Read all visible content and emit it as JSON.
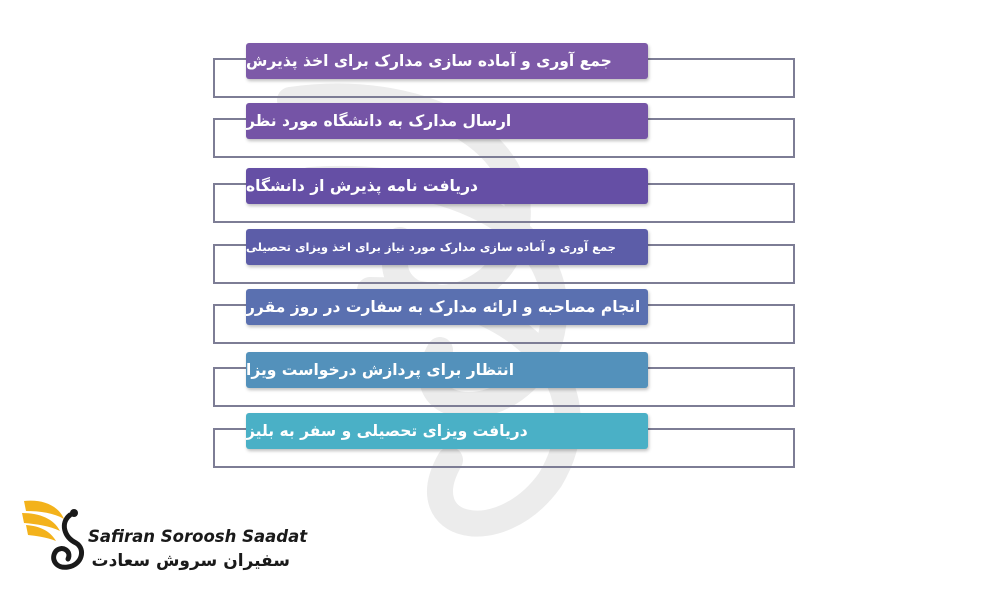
{
  "steps": [
    {
      "label": "جمع آوری و آماده سازی مدارک برای اخذ پذیرش",
      "color": "#7d5aa8"
    },
    {
      "label": "ارسال مدارک به دانشگاه مورد نظر",
      "color": "#7554a6"
    },
    {
      "label": "دریافت نامه پذیرش از دانشگاه",
      "color": "#654fa5"
    },
    {
      "label": "جمع آوری و آماده سازی مدارک مورد نیاز برای اخذ ویزای تحصیلی",
      "color": "#5c5da8"
    },
    {
      "label": "انجام مصاحبه و ارائه مدارک به سفارت در روز مقرر",
      "color": "#5a70b0"
    },
    {
      "label": "انتظار برای پردازش درخواست ویزا",
      "color": "#5391bb"
    },
    {
      "label": "دریافت ویزای تحصیلی و سفر به بلیز",
      "color": "#4ab0c6"
    }
  ],
  "logo": {
    "english": "Safiran Soroosh Saadat",
    "persian": "سفیران سروش سعادت",
    "gold": "#f3b21b"
  }
}
